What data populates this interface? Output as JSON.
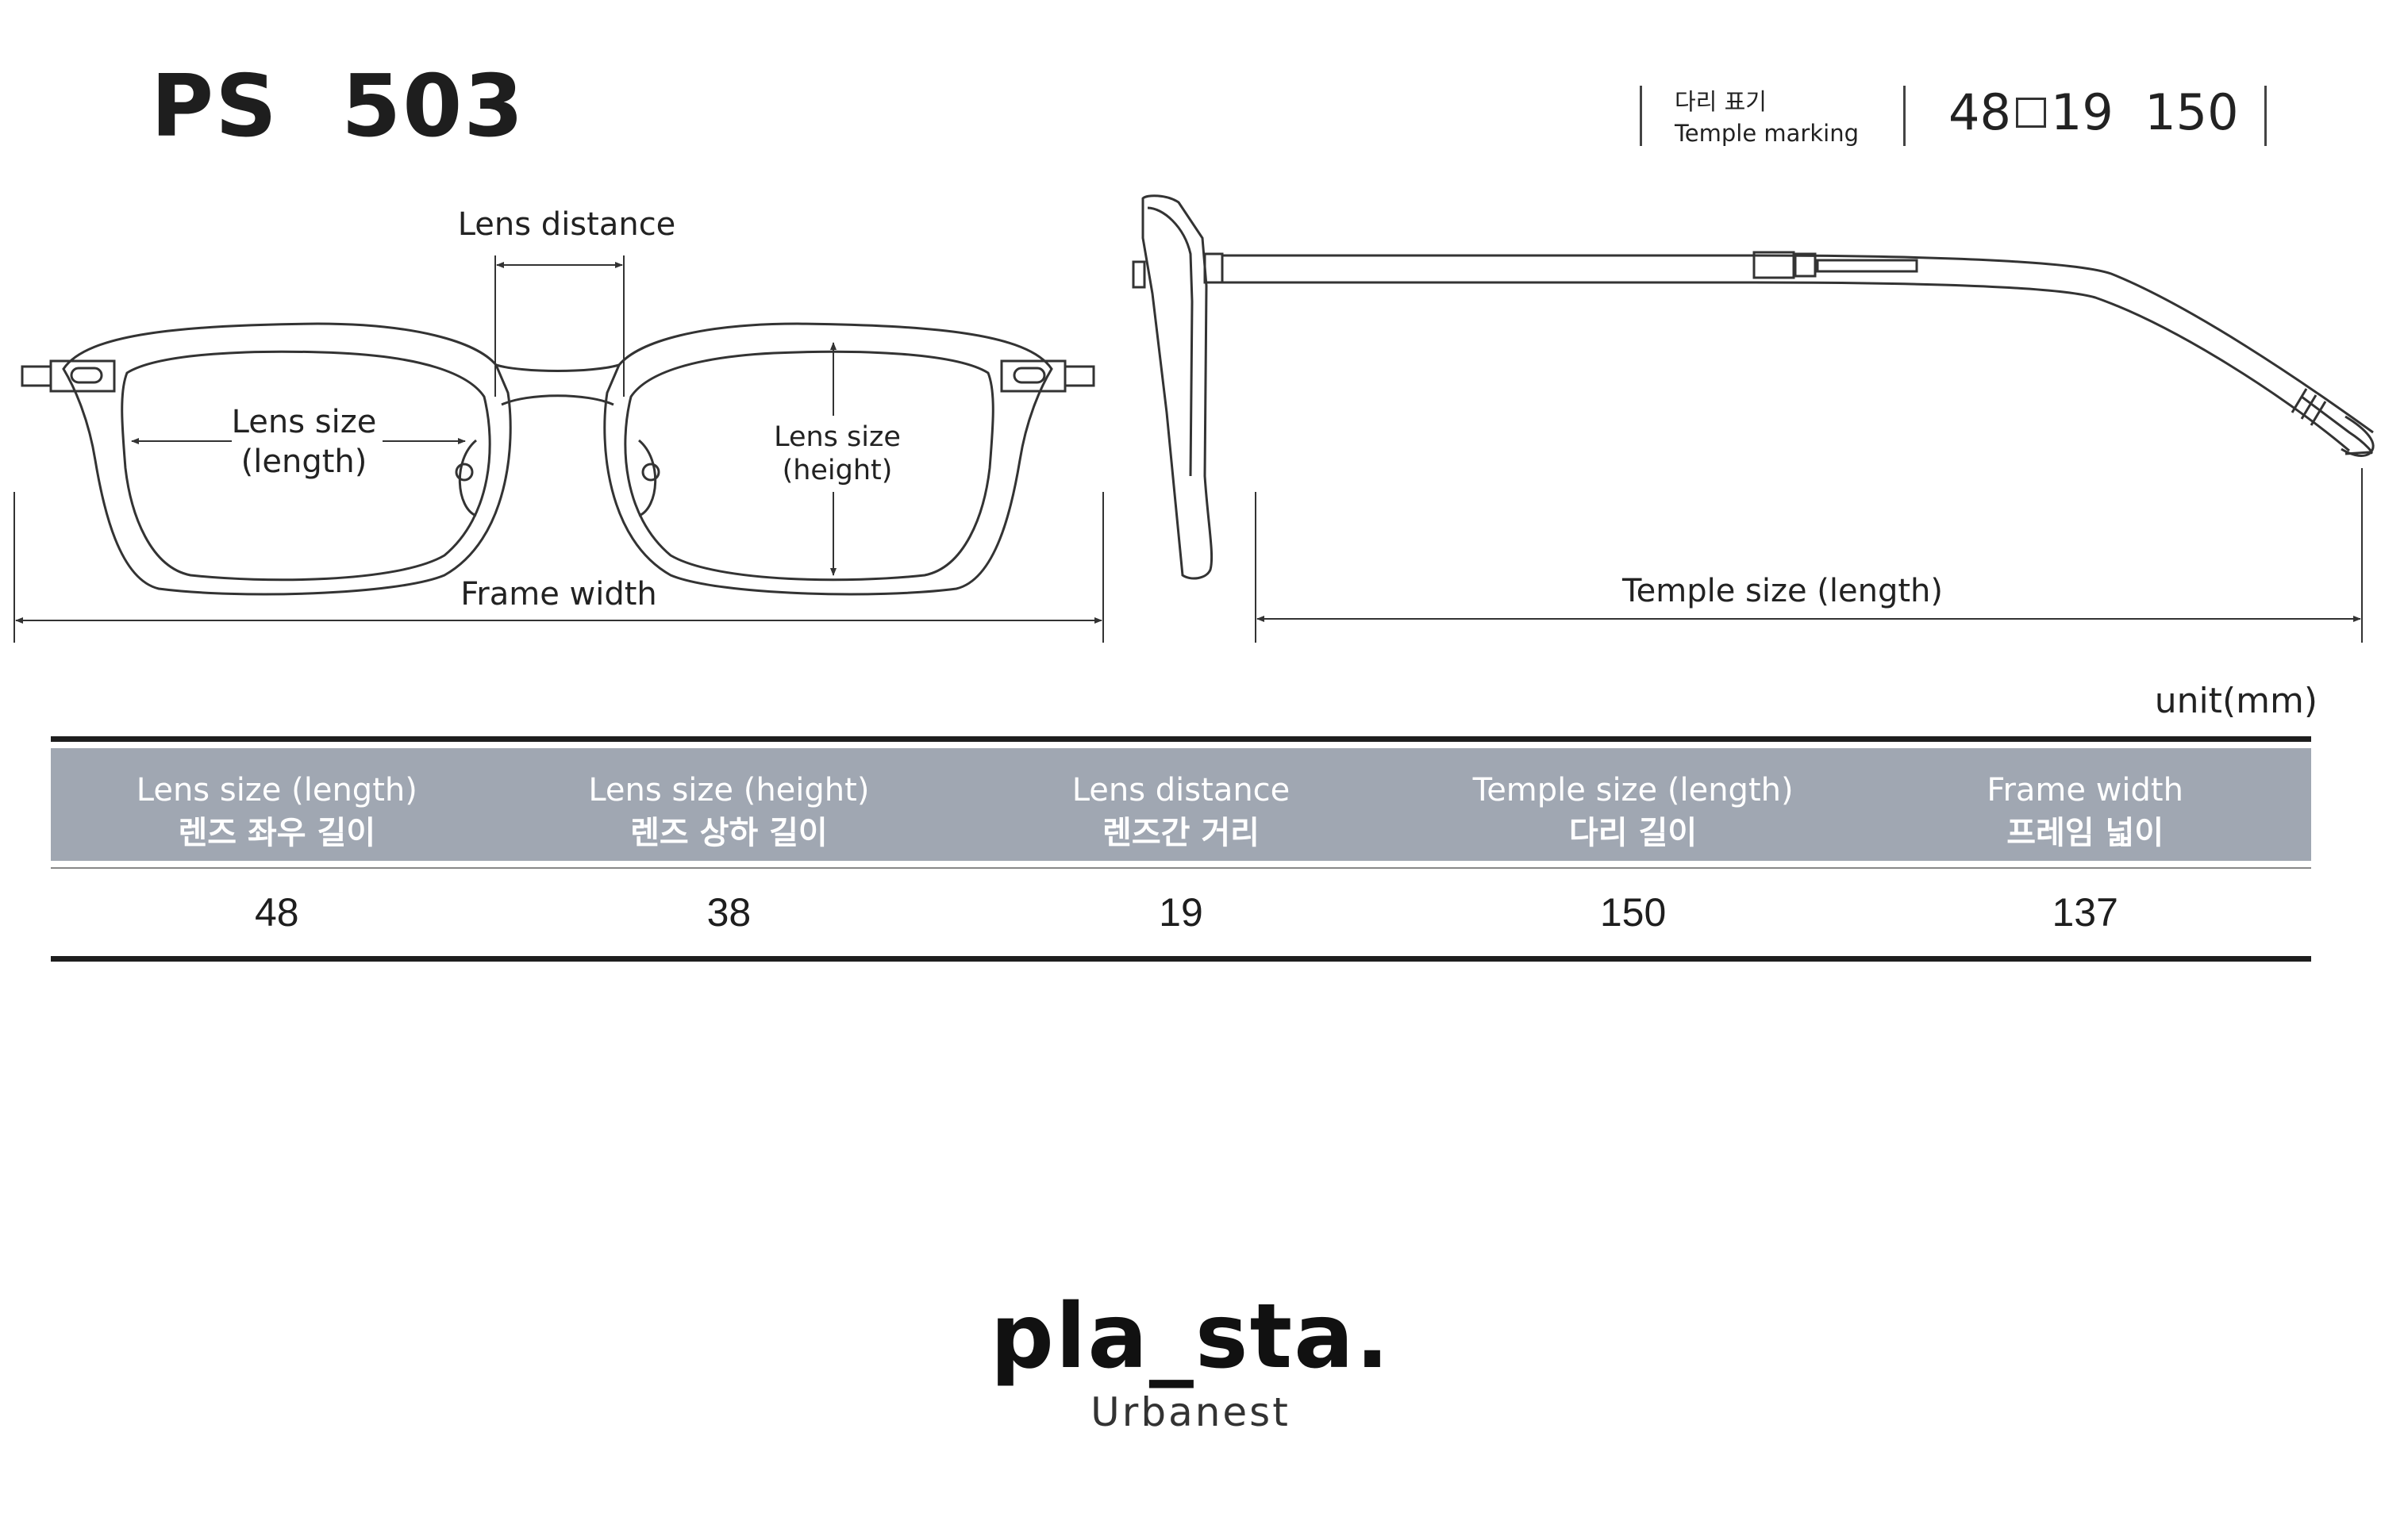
{
  "model": "PS  503",
  "temple_marking": {
    "label_ko": "다리 표기",
    "label_en": "Temple marking",
    "lens": "48",
    "bridge": "19",
    "temple": "150"
  },
  "diagram": {
    "lens_distance": "Lens distance",
    "lens_size_length_line1": "Lens size",
    "lens_size_length_line2": "(length)",
    "lens_size_height_line1": "Lens size",
    "lens_size_height_line2": "(height)",
    "frame_width": "Frame width",
    "temple_size": "Temple size (length)"
  },
  "unit": "unit(mm)",
  "table": {
    "headers": [
      {
        "en": "Lens size (length)",
        "ko": "렌즈 좌우 길이"
      },
      {
        "en": "Lens size (height)",
        "ko": "렌즈 상하 길이"
      },
      {
        "en": "Lens distance",
        "ko": "렌즈간 거리"
      },
      {
        "en": "Temple size (length)",
        "ko": "다리 길이"
      },
      {
        "en": "Frame width",
        "ko": "프레임 넓이"
      }
    ],
    "values": [
      "48",
      "38",
      "19",
      "150",
      "137"
    ]
  },
  "brand": {
    "name": "pla_sta.",
    "tagline": "Urbanest"
  }
}
